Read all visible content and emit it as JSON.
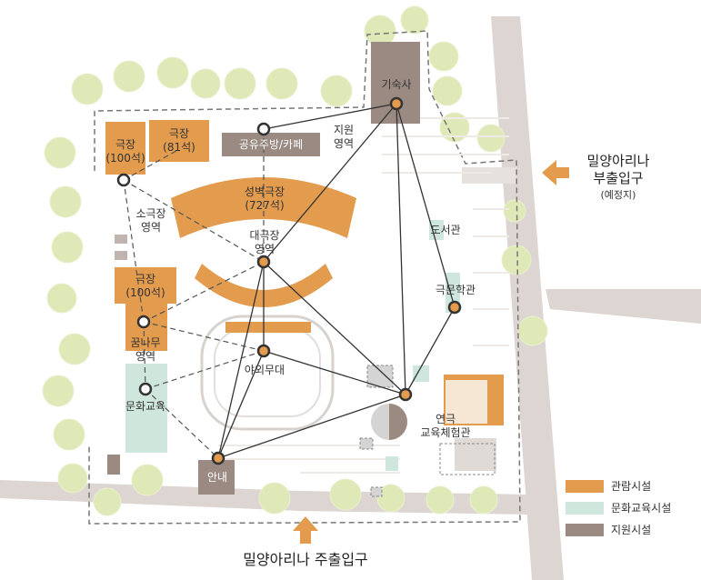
{
  "colors": {
    "viewing": "#e39b4e",
    "culture": "#cfe6dc",
    "support": "#9a8a82",
    "tree": "#dfe9b8",
    "road": "#dcd5d1",
    "dash": "#777777"
  },
  "labels": {
    "gukjang_100_a": "극장\n(100석)",
    "gukjang_81": "극장\n(81석)",
    "shared_kitchen": "공유주방/카페",
    "dormitory": "기숙사",
    "support_zone": "지원\n영역",
    "seongbyeok": "성벽극장\n(727석)",
    "daegeukjang": "대극장\n영역",
    "small_theater": "소극장\n영역",
    "library": "도서관",
    "drama_school": "극문학관",
    "gukjang_100_b": "극장\n(100석)",
    "kkumnamu": "꿈나무\n영역",
    "outdoor_stage": "야외무대",
    "culture_edu": "문화교육",
    "theater_edu": "연극\n교육체험관",
    "guide": "안내",
    "entrance_side": "밀양아리나\n부출입구",
    "entrance_side_note": "(예정지)",
    "entrance_main": "밀양아리나 주출입구"
  },
  "legend": [
    {
      "label": "관람시설",
      "color": "#e39b4e",
      "icon": "orange-swatch-icon"
    },
    {
      "label": "문화교육시설",
      "color": "#cfe6dc",
      "icon": "mint-swatch-icon"
    },
    {
      "label": "지원시설",
      "color": "#9a8a82",
      "icon": "brown-swatch-icon"
    }
  ],
  "icons": {
    "arrow_side": "arrow-left-icon",
    "arrow_main": "arrow-up-icon"
  }
}
